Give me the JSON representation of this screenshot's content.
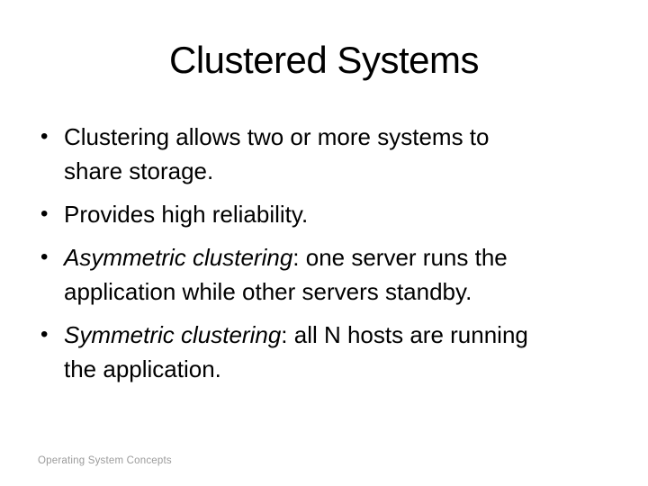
{
  "slide": {
    "title": "Clustered Systems",
    "bullet_char": "•",
    "bullets": [
      {
        "lines": [
          "Clustering allows two or more systems to",
          "share storage."
        ]
      },
      {
        "lines": [
          "Provides high reliability."
        ]
      },
      {
        "italic": "Asymmetric clustering",
        "after": ": one server runs the",
        "line2": "application while other servers standby."
      },
      {
        "italic": "Symmetric clustering",
        "after": ": all N hosts are running",
        "line2": "the application."
      }
    ],
    "footer": "Operating System Concepts",
    "colors": {
      "background": "#ffffff",
      "text": "#000000",
      "footer": "#9b9b9b"
    }
  }
}
